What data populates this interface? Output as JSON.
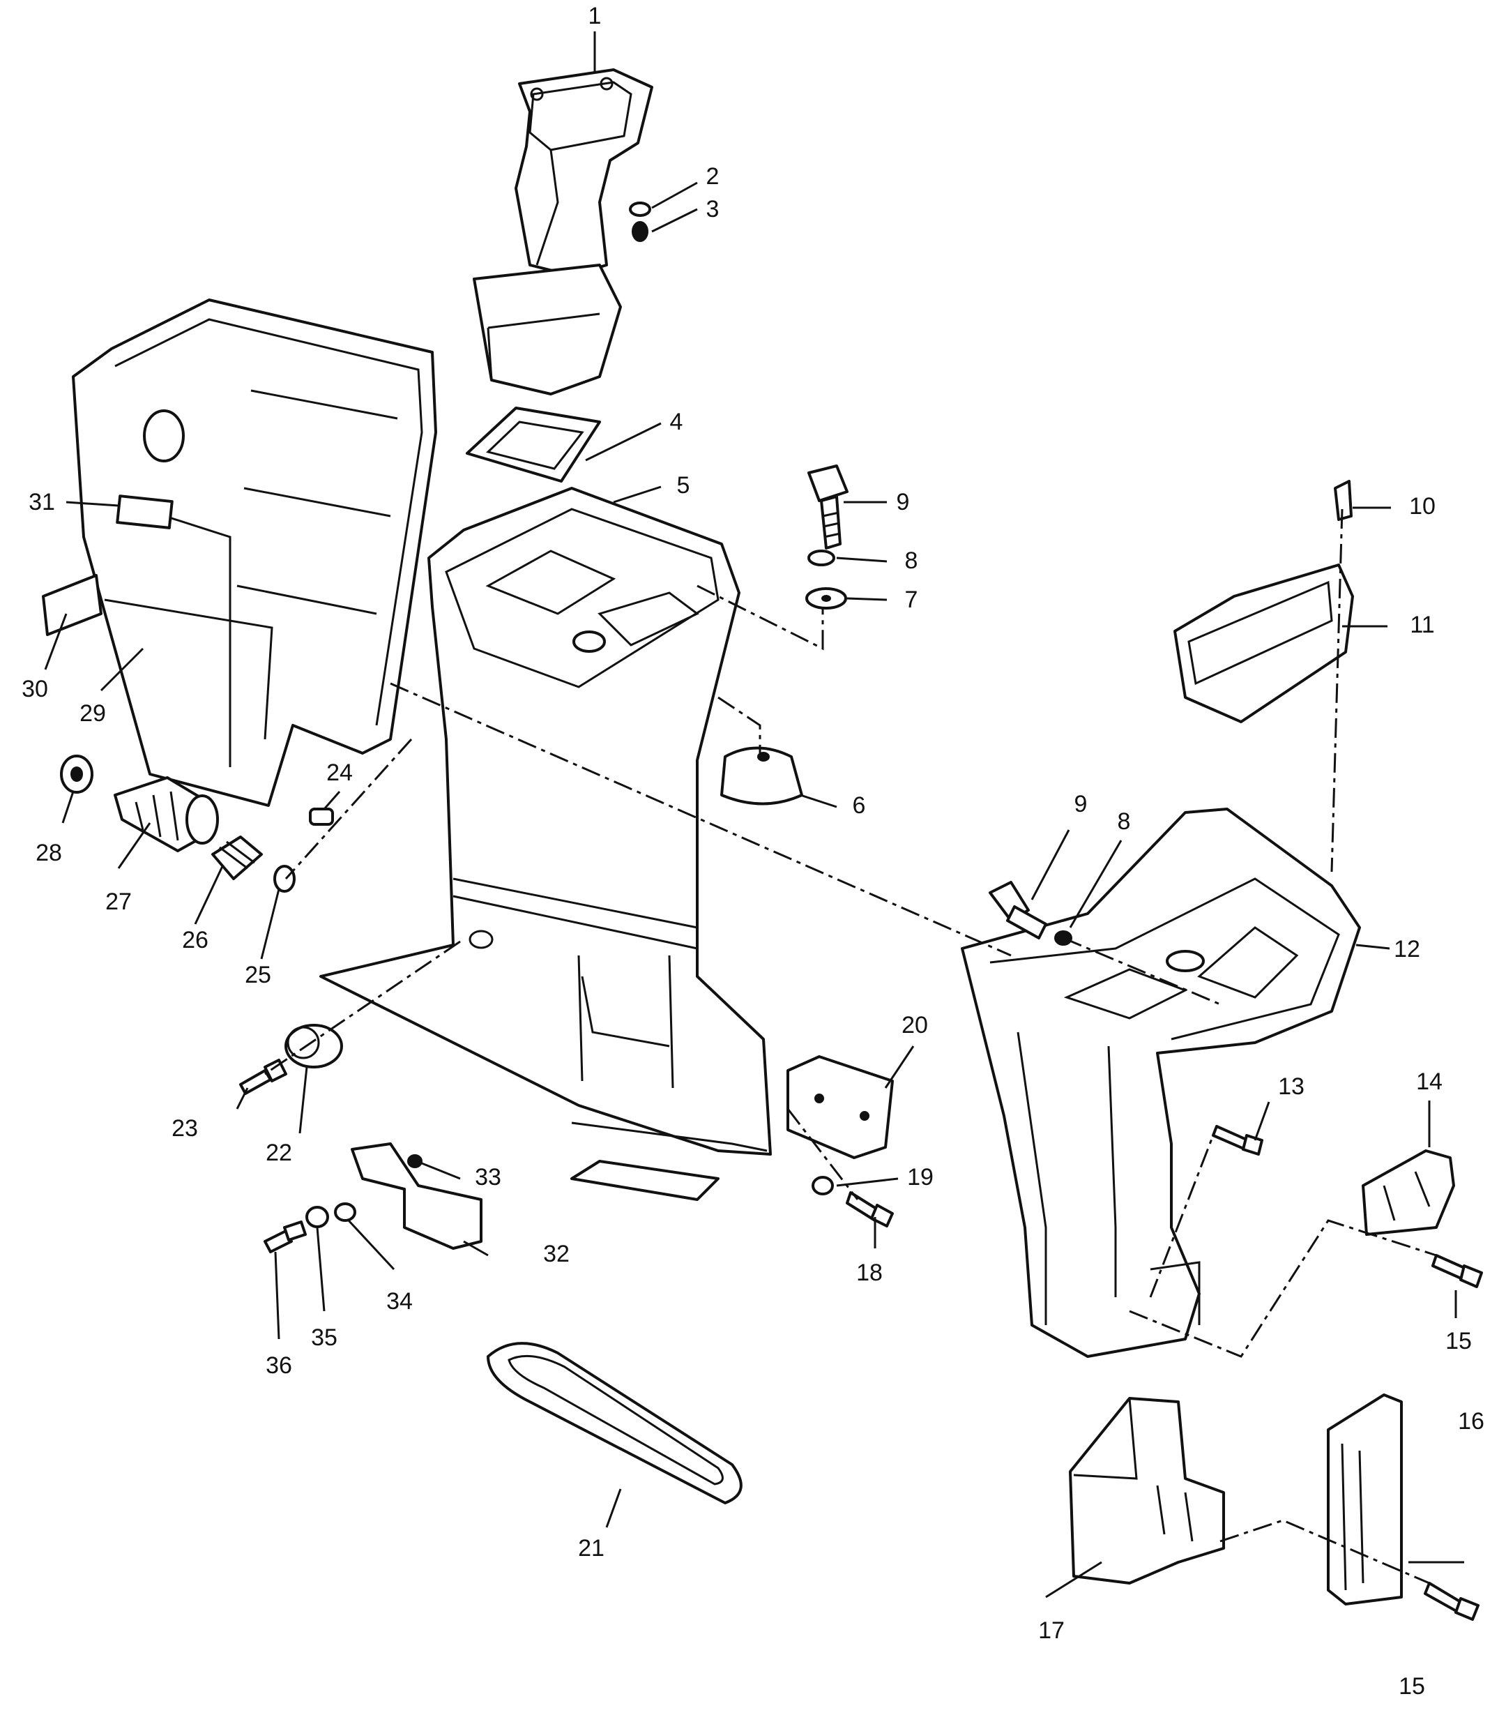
{
  "callouts": [
    {
      "id": "c1",
      "text": "1"
    },
    {
      "id": "c2",
      "text": "2"
    },
    {
      "id": "c3",
      "text": "3"
    },
    {
      "id": "c4",
      "text": "4"
    },
    {
      "id": "c5",
      "text": "5"
    },
    {
      "id": "c6",
      "text": "6"
    },
    {
      "id": "c7",
      "text": "7"
    },
    {
      "id": "c8a",
      "text": "8"
    },
    {
      "id": "c8b",
      "text": "8"
    },
    {
      "id": "c9a",
      "text": "9"
    },
    {
      "id": "c9b",
      "text": "9"
    },
    {
      "id": "c10",
      "text": "10"
    },
    {
      "id": "c11",
      "text": "11"
    },
    {
      "id": "c12",
      "text": "12"
    },
    {
      "id": "c13",
      "text": "13"
    },
    {
      "id": "c14",
      "text": "14"
    },
    {
      "id": "c15a",
      "text": "15"
    },
    {
      "id": "c15b",
      "text": "15"
    },
    {
      "id": "c16",
      "text": "16"
    },
    {
      "id": "c17",
      "text": "17"
    },
    {
      "id": "c18",
      "text": "18"
    },
    {
      "id": "c19",
      "text": "19"
    },
    {
      "id": "c20",
      "text": "20"
    },
    {
      "id": "c21",
      "text": "21"
    },
    {
      "id": "c22",
      "text": "22"
    },
    {
      "id": "c23",
      "text": "23"
    },
    {
      "id": "c24",
      "text": "24"
    },
    {
      "id": "c25",
      "text": "25"
    },
    {
      "id": "c26",
      "text": "26"
    },
    {
      "id": "c27",
      "text": "27"
    },
    {
      "id": "c28",
      "text": "28"
    },
    {
      "id": "c29",
      "text": "29"
    },
    {
      "id": "c30",
      "text": "30"
    },
    {
      "id": "c31",
      "text": "31"
    },
    {
      "id": "c32",
      "text": "32"
    },
    {
      "id": "c33",
      "text": "33"
    },
    {
      "id": "c34",
      "text": "34"
    },
    {
      "id": "c35",
      "text": "35"
    },
    {
      "id": "c36",
      "text": "36"
    }
  ]
}
